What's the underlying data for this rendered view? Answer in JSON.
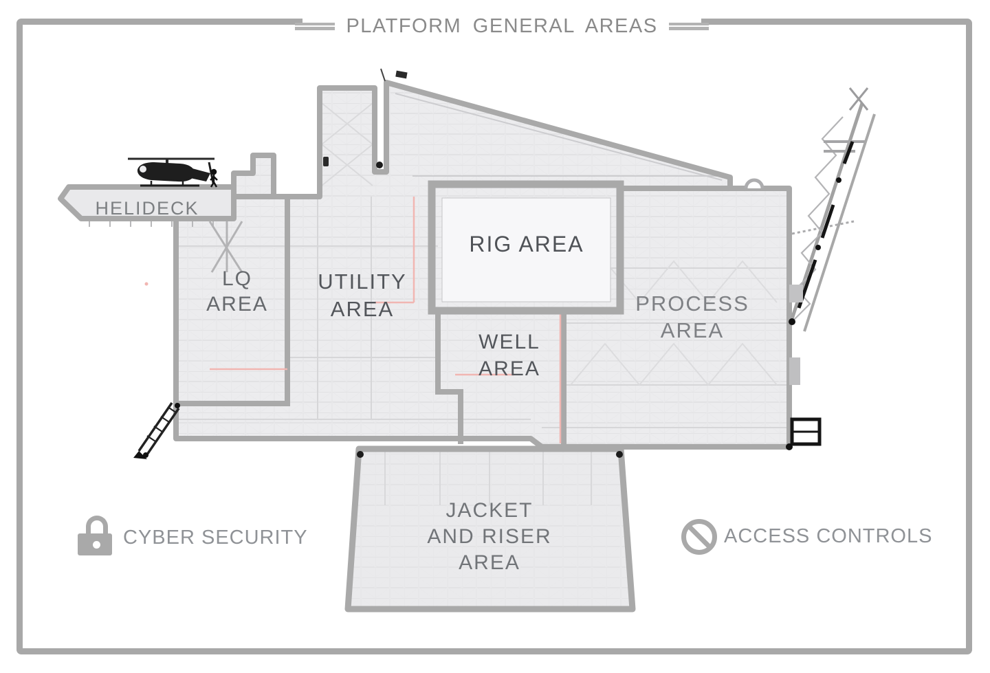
{
  "title": "PLATFORM GENERAL AREAS",
  "areas": {
    "helideck": "HELIDECK",
    "lq": [
      "LQ",
      "AREA"
    ],
    "utility": [
      "UTILITY",
      "AREA"
    ],
    "rig": "RIG AREA",
    "well": [
      "WELL",
      "AREA"
    ],
    "process": [
      "PROCESS",
      "AREA"
    ],
    "jacket": [
      "JACKET",
      "AND RISER",
      "AREA"
    ]
  },
  "legend": {
    "cyber_security": "CYBER SECURITY",
    "access_controls": "ACCESS CONTROLS"
  },
  "icons": {
    "cyber_security": "lock-icon",
    "access_controls": "no-entry-icon",
    "helideck": "helicopter-icon",
    "right_structure": "flare-boom-icon",
    "left_structure": "davit-crane-icon"
  },
  "colors": {
    "frame": "#a8a8a8",
    "outline": "#a9a9a9",
    "platform_fill": "#ececee",
    "rig_fill": "#f7f7f9",
    "accent_pink": "#f1b6b2",
    "detail_black": "#1c1c1c",
    "label_dark": "#54575c",
    "label_light": "#8a8a8a",
    "legend_text": "#8f9296"
  }
}
